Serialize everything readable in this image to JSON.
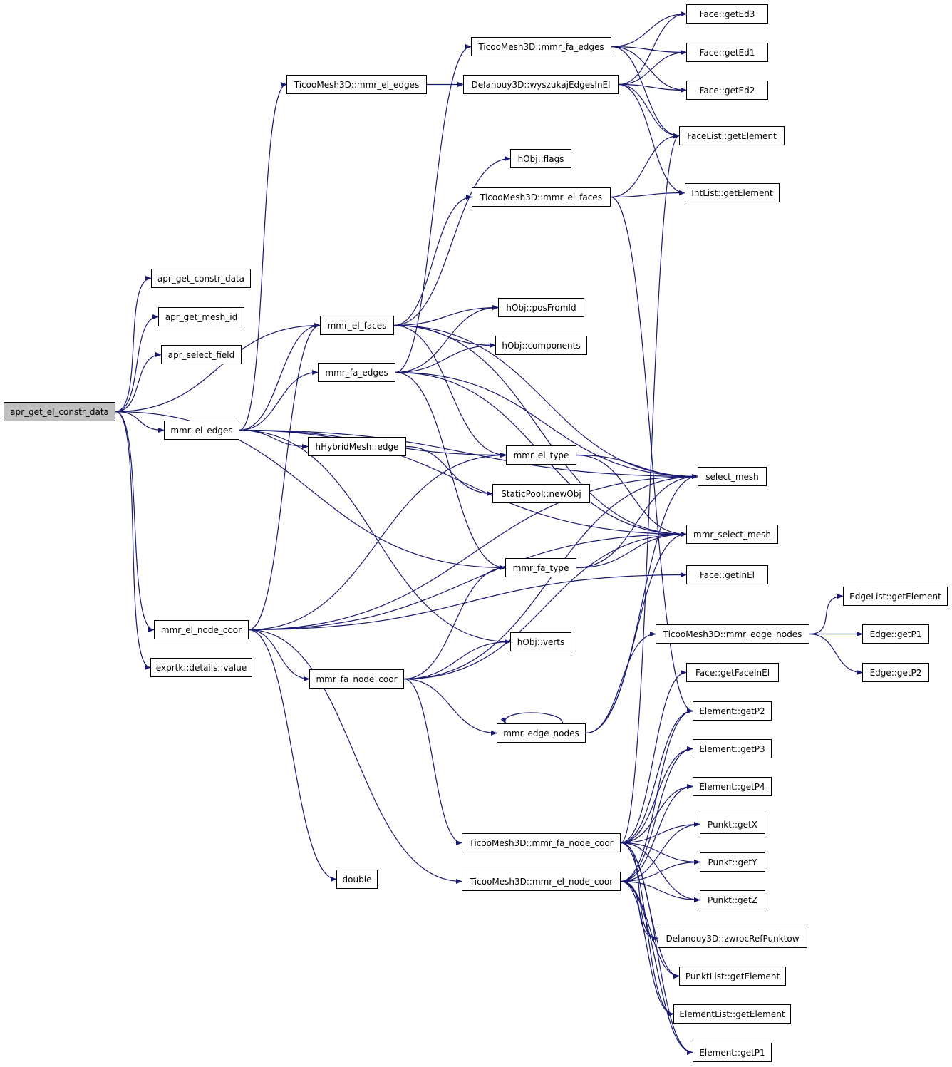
{
  "graph": {
    "edge_color": "#191970",
    "root_fill": "#bfbfbf",
    "nodes": [
      {
        "id": "apr_get_el_constr_data",
        "label": "apr_get_el_constr_data",
        "root": true
      },
      {
        "id": "apr_get_constr_data",
        "label": "apr_get_constr_data"
      },
      {
        "id": "apr_get_mesh_id",
        "label": "apr_get_mesh_id"
      },
      {
        "id": "apr_select_field",
        "label": "apr_select_field"
      },
      {
        "id": "mmr_el_edges",
        "label": "mmr_el_edges"
      },
      {
        "id": "mmr_el_node_coor",
        "label": "mmr_el_node_coor"
      },
      {
        "id": "exprtk_value",
        "label": "exprtk::details::value"
      },
      {
        "id": "tm_mmr_el_edges",
        "label": "TicooMesh3D::mmr_el_edges"
      },
      {
        "id": "mmr_el_faces",
        "label": "mmr_el_faces"
      },
      {
        "id": "mmr_fa_edges",
        "label": "mmr_fa_edges"
      },
      {
        "id": "hHybridMesh_edge",
        "label": "hHybridMesh::edge"
      },
      {
        "id": "mmr_fa_node_coor",
        "label": "mmr_fa_node_coor"
      },
      {
        "id": "double",
        "label": "double"
      },
      {
        "id": "tm_mmr_fa_edges",
        "label": "TicooMesh3D::mmr_fa_edges"
      },
      {
        "id": "d_wyszukaj",
        "label": "Delanouy3D::wyszukajEdgesInEl"
      },
      {
        "id": "hObj_flags",
        "label": "hObj::flags"
      },
      {
        "id": "tm_mmr_el_faces",
        "label": "TicooMesh3D::mmr_el_faces"
      },
      {
        "id": "hObj_posFromId",
        "label": "hObj::posFromId"
      },
      {
        "id": "hObj_components",
        "label": "hObj::components"
      },
      {
        "id": "mmr_el_type",
        "label": "mmr_el_type"
      },
      {
        "id": "StaticPool_newObj",
        "label": "StaticPool::newObj"
      },
      {
        "id": "mmr_fa_type",
        "label": "mmr_fa_type"
      },
      {
        "id": "hObj_verts",
        "label": "hObj::verts"
      },
      {
        "id": "mmr_edge_nodes",
        "label": "mmr_edge_nodes"
      },
      {
        "id": "tm_mmr_fa_node_coor",
        "label": "TicooMesh3D::mmr_fa_node_coor"
      },
      {
        "id": "tm_mmr_el_node_coor",
        "label": "TicooMesh3D::mmr_el_node_coor"
      },
      {
        "id": "Face_getEd3",
        "label": "Face::getEd3"
      },
      {
        "id": "Face_getEd1",
        "label": "Face::getEd1"
      },
      {
        "id": "Face_getEd2",
        "label": "Face::getEd2"
      },
      {
        "id": "FaceList_getElement",
        "label": "FaceList::getElement"
      },
      {
        "id": "IntList_getElement",
        "label": "IntList::getElement"
      },
      {
        "id": "select_mesh",
        "label": "select_mesh"
      },
      {
        "id": "mmr_select_mesh",
        "label": "mmr_select_mesh"
      },
      {
        "id": "Face_getInEl",
        "label": "Face::getInEl"
      },
      {
        "id": "tm_mmr_edge_nodes",
        "label": "TicooMesh3D::mmr_edge_nodes"
      },
      {
        "id": "Face_getFaceInEl",
        "label": "Face::getFaceInEl"
      },
      {
        "id": "Element_getP2",
        "label": "Element::getP2"
      },
      {
        "id": "Element_getP3",
        "label": "Element::getP3"
      },
      {
        "id": "Element_getP4",
        "label": "Element::getP4"
      },
      {
        "id": "Punkt_getX",
        "label": "Punkt::getX"
      },
      {
        "id": "Punkt_getY",
        "label": "Punkt::getY"
      },
      {
        "id": "Punkt_getZ",
        "label": "Punkt::getZ"
      },
      {
        "id": "d_zwrocRefPunktow",
        "label": "Delanouy3D::zwrocRefPunktow"
      },
      {
        "id": "PunktList_getElement",
        "label": "PunktList::getElement"
      },
      {
        "id": "ElementList_getElement",
        "label": "ElementList::getElement"
      },
      {
        "id": "Element_getP1",
        "label": "Element::getP1"
      },
      {
        "id": "EdgeList_getElement",
        "label": "EdgeList::getElement"
      },
      {
        "id": "Edge_getP1",
        "label": "Edge::getP1"
      },
      {
        "id": "Edge_getP2",
        "label": "Edge::getP2"
      }
    ],
    "edges": [
      [
        "apr_get_el_constr_data",
        "apr_get_constr_data"
      ],
      [
        "apr_get_el_constr_data",
        "apr_get_mesh_id"
      ],
      [
        "apr_get_el_constr_data",
        "apr_select_field"
      ],
      [
        "apr_get_el_constr_data",
        "mmr_el_edges"
      ],
      [
        "apr_get_el_constr_data",
        "mmr_el_faces"
      ],
      [
        "apr_get_el_constr_data",
        "mmr_fa_type"
      ],
      [
        "apr_get_el_constr_data",
        "mmr_el_node_coor"
      ],
      [
        "apr_get_el_constr_data",
        "exprtk_value"
      ],
      [
        "mmr_el_edges",
        "tm_mmr_el_edges"
      ],
      [
        "mmr_el_edges",
        "mmr_el_faces"
      ],
      [
        "mmr_el_edges",
        "mmr_fa_edges"
      ],
      [
        "mmr_el_edges",
        "hHybridMesh_edge"
      ],
      [
        "mmr_el_edges",
        "mmr_el_type"
      ],
      [
        "mmr_el_edges",
        "hObj_verts"
      ],
      [
        "mmr_el_edges",
        "select_mesh"
      ],
      [
        "mmr_el_edges",
        "mmr_select_mesh"
      ],
      [
        "tm_mmr_el_edges",
        "d_wyszukaj"
      ],
      [
        "tm_mmr_fa_edges",
        "Face_getEd3"
      ],
      [
        "tm_mmr_fa_edges",
        "Face_getEd1"
      ],
      [
        "tm_mmr_fa_edges",
        "Face_getEd2"
      ],
      [
        "tm_mmr_fa_edges",
        "FaceList_getElement"
      ],
      [
        "d_wyszukaj",
        "Face_getEd3"
      ],
      [
        "d_wyszukaj",
        "Face_getEd1"
      ],
      [
        "d_wyszukaj",
        "Face_getEd2"
      ],
      [
        "d_wyszukaj",
        "FaceList_getElement"
      ],
      [
        "d_wyszukaj",
        "IntList_getElement"
      ],
      [
        "tm_mmr_el_faces",
        "FaceList_getElement"
      ],
      [
        "tm_mmr_el_faces",
        "IntList_getElement"
      ],
      [
        "tm_mmr_el_faces",
        "Element_getP2"
      ],
      [
        "mmr_el_faces",
        "hObj_flags"
      ],
      [
        "mmr_el_faces",
        "tm_mmr_el_faces"
      ],
      [
        "mmr_el_faces",
        "hObj_posFromId"
      ],
      [
        "mmr_el_faces",
        "hObj_components"
      ],
      [
        "mmr_el_faces",
        "mmr_el_type"
      ],
      [
        "mmr_el_faces",
        "select_mesh"
      ],
      [
        "mmr_el_faces",
        "mmr_select_mesh"
      ],
      [
        "mmr_fa_edges",
        "tm_mmr_fa_edges"
      ],
      [
        "mmr_fa_edges",
        "hObj_posFromId"
      ],
      [
        "mmr_fa_edges",
        "hObj_components"
      ],
      [
        "mmr_fa_edges",
        "select_mesh"
      ],
      [
        "mmr_fa_edges",
        "mmr_select_mesh"
      ],
      [
        "mmr_fa_edges",
        "mmr_fa_type"
      ],
      [
        "hHybridMesh_edge",
        "StaticPool_newObj"
      ],
      [
        "mmr_el_type",
        "select_mesh"
      ],
      [
        "mmr_el_type",
        "mmr_select_mesh"
      ],
      [
        "mmr_fa_type",
        "select_mesh"
      ],
      [
        "mmr_fa_type",
        "mmr_select_mesh"
      ],
      [
        "mmr_el_node_coor",
        "mmr_el_faces"
      ],
      [
        "mmr_el_node_coor",
        "mmr_el_type"
      ],
      [
        "mmr_el_node_coor",
        "mmr_fa_node_coor"
      ],
      [
        "mmr_el_node_coor",
        "mmr_select_mesh"
      ],
      [
        "mmr_el_node_coor",
        "double"
      ],
      [
        "mmr_el_node_coor",
        "tm_mmr_el_node_coor"
      ],
      [
        "mmr_el_node_coor",
        "select_mesh"
      ],
      [
        "mmr_el_node_coor",
        "Face_getInEl"
      ],
      [
        "mmr_fa_node_coor",
        "mmr_fa_type"
      ],
      [
        "mmr_fa_node_coor",
        "hObj_verts"
      ],
      [
        "mmr_fa_node_coor",
        "mmr_edge_nodes"
      ],
      [
        "mmr_fa_node_coor",
        "tm_mmr_fa_node_coor"
      ],
      [
        "mmr_fa_node_coor",
        "mmr_select_mesh"
      ],
      [
        "mmr_fa_node_coor",
        "select_mesh"
      ],
      [
        "mmr_edge_nodes",
        "mmr_edge_nodes"
      ],
      [
        "mmr_edge_nodes",
        "select_mesh"
      ],
      [
        "mmr_edge_nodes",
        "mmr_select_mesh"
      ],
      [
        "mmr_edge_nodes",
        "tm_mmr_edge_nodes"
      ],
      [
        "tm_mmr_edge_nodes",
        "EdgeList_getElement"
      ],
      [
        "tm_mmr_edge_nodes",
        "Edge_getP1"
      ],
      [
        "tm_mmr_edge_nodes",
        "Edge_getP2"
      ],
      [
        "tm_mmr_fa_node_coor",
        "Face_getFaceInEl"
      ],
      [
        "tm_mmr_fa_node_coor",
        "Element_getP2"
      ],
      [
        "tm_mmr_fa_node_coor",
        "Element_getP3"
      ],
      [
        "tm_mmr_fa_node_coor",
        "Element_getP4"
      ],
      [
        "tm_mmr_fa_node_coor",
        "Punkt_getX"
      ],
      [
        "tm_mmr_fa_node_coor",
        "Punkt_getY"
      ],
      [
        "tm_mmr_fa_node_coor",
        "Punkt_getZ"
      ],
      [
        "tm_mmr_fa_node_coor",
        "d_zwrocRefPunktow"
      ],
      [
        "tm_mmr_fa_node_coor",
        "PunktList_getElement"
      ],
      [
        "tm_mmr_fa_node_coor",
        "ElementList_getElement"
      ],
      [
        "tm_mmr_fa_node_coor",
        "Element_getP1"
      ],
      [
        "tm_mmr_fa_node_coor",
        "FaceList_getElement"
      ],
      [
        "tm_mmr_el_node_coor",
        "Element_getP2"
      ],
      [
        "tm_mmr_el_node_coor",
        "Element_getP3"
      ],
      [
        "tm_mmr_el_node_coor",
        "Element_getP4"
      ],
      [
        "tm_mmr_el_node_coor",
        "Punkt_getX"
      ],
      [
        "tm_mmr_el_node_coor",
        "Punkt_getY"
      ],
      [
        "tm_mmr_el_node_coor",
        "Punkt_getZ"
      ],
      [
        "tm_mmr_el_node_coor",
        "d_zwrocRefPunktow"
      ],
      [
        "tm_mmr_el_node_coor",
        "PunktList_getElement"
      ],
      [
        "tm_mmr_el_node_coor",
        "ElementList_getElement"
      ],
      [
        "tm_mmr_el_node_coor",
        "Element_getP1"
      ]
    ]
  }
}
